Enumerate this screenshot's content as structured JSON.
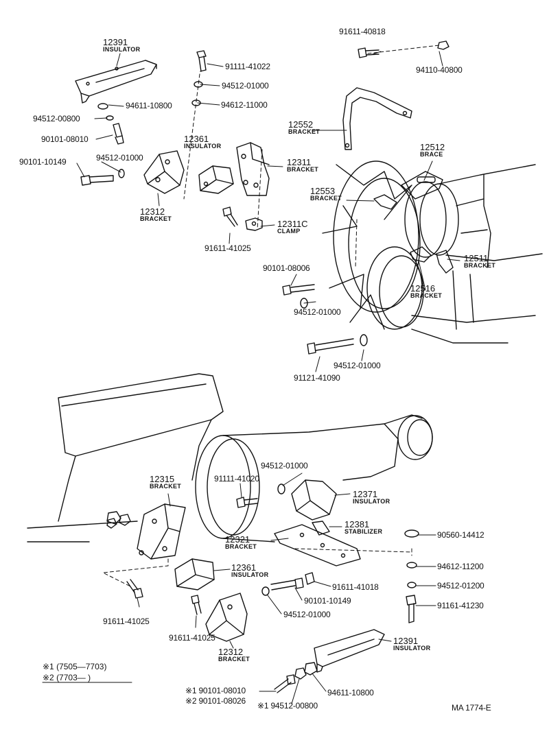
{
  "parts": {
    "p1": {
      "num": "12391",
      "name": "INSULATOR"
    },
    "p2": {
      "num": "91111-41022"
    },
    "p3": {
      "num": "94512-01000"
    },
    "p4": {
      "num": "94611-10800"
    },
    "p5": {
      "num": "94612-11000"
    },
    "p6": {
      "num": "94512-00800"
    },
    "p7": {
      "num": "90101-08010"
    },
    "p8": {
      "num": "12361",
      "name": "INSULATOR"
    },
    "p9": {
      "num": "90101-10149"
    },
    "p10": {
      "num": "94512-01000"
    },
    "p11": {
      "num": "12311",
      "name": "BRACKET"
    },
    "p12": {
      "num": "12312",
      "name": "BRACKET"
    },
    "p13": {
      "num": "12311C",
      "name": "CLAMP"
    },
    "p14": {
      "num": "91611-41025"
    },
    "p15": {
      "num": "91611-40818"
    },
    "p16": {
      "num": "94110-40800"
    },
    "p17": {
      "num": "12552",
      "name": "BRACKET"
    },
    "p18": {
      "num": "12512",
      "name": "BRACE"
    },
    "p19": {
      "num": "12553",
      "name": "BRACKET"
    },
    "p20": {
      "num": "12511",
      "name": "BRACKET"
    },
    "p21": {
      "num": "90101-08006"
    },
    "p22": {
      "num": "12516",
      "name": "BRACKET"
    },
    "p23": {
      "num": "94512-01000"
    },
    "p24": {
      "num": "94512-01000"
    },
    "p25": {
      "num": "91121-41090"
    },
    "p26": {
      "num": "94512-01000"
    },
    "p27": {
      "num": "12315",
      "name": "BRACKET"
    },
    "p28": {
      "num": "91111-41020"
    },
    "p29": {
      "num": "12371",
      "name": "INSULATOR"
    },
    "p30": {
      "num": "12381",
      "name": "STABILIZER"
    },
    "p31": {
      "num": "12321",
      "name": "BRACKET"
    },
    "p32": {
      "num": "90560-14412"
    },
    "p33": {
      "num": "94612-11200"
    },
    "p34": {
      "num": "12361",
      "name": "INSULATOR"
    },
    "p35": {
      "num": "91611-41018"
    },
    "p36": {
      "num": "94512-01200"
    },
    "p37": {
      "num": "90101-10149"
    },
    "p38": {
      "num": "91161-41230"
    },
    "p39": {
      "num": "94512-01000"
    },
    "p40": {
      "num": "91611-41025"
    },
    "p41": {
      "num": "91611-41025"
    },
    "p42": {
      "num": "12312",
      "name": "BRACKET"
    },
    "p43": {
      "num": "12391",
      "name": "INSULATOR"
    },
    "p44": {
      "num": "※1 90101-08010"
    },
    "p45": {
      "num": "※2 90101-08026"
    },
    "p46": {
      "num": "※1 94512-00800"
    },
    "p47": {
      "num": "94611-10800"
    }
  },
  "notes": {
    "note1": "※1 (7505—7703)",
    "note2": "※2 (7703—        )"
  },
  "footer": {
    "code": "MA 1774-E"
  }
}
